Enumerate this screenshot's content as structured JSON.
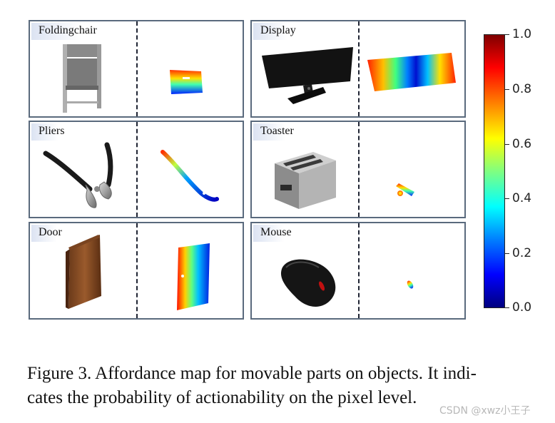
{
  "figure": {
    "panels": [
      {
        "label": "Foldingchair"
      },
      {
        "label": "Display"
      },
      {
        "label": "Pliers"
      },
      {
        "label": "Toaster"
      },
      {
        "label": "Door"
      },
      {
        "label": "Mouse"
      }
    ],
    "colorbar": {
      "ticks": [
        "1.0",
        "0.8",
        "0.6",
        "0.4",
        "0.2",
        "0.0"
      ],
      "colormap": [
        "#00007f",
        "#0000ff",
        "#0080ff",
        "#00ffff",
        "#80ff80",
        "#ffff00",
        "#ff8000",
        "#ff0000",
        "#7f0000"
      ]
    }
  },
  "caption": {
    "line1": "Figure 3.  Affordance map for movable parts on objects.  It indi-",
    "line2": "cates the probability of actionability on the pixel level."
  },
  "watermark": "CSDN @xwz小王子"
}
